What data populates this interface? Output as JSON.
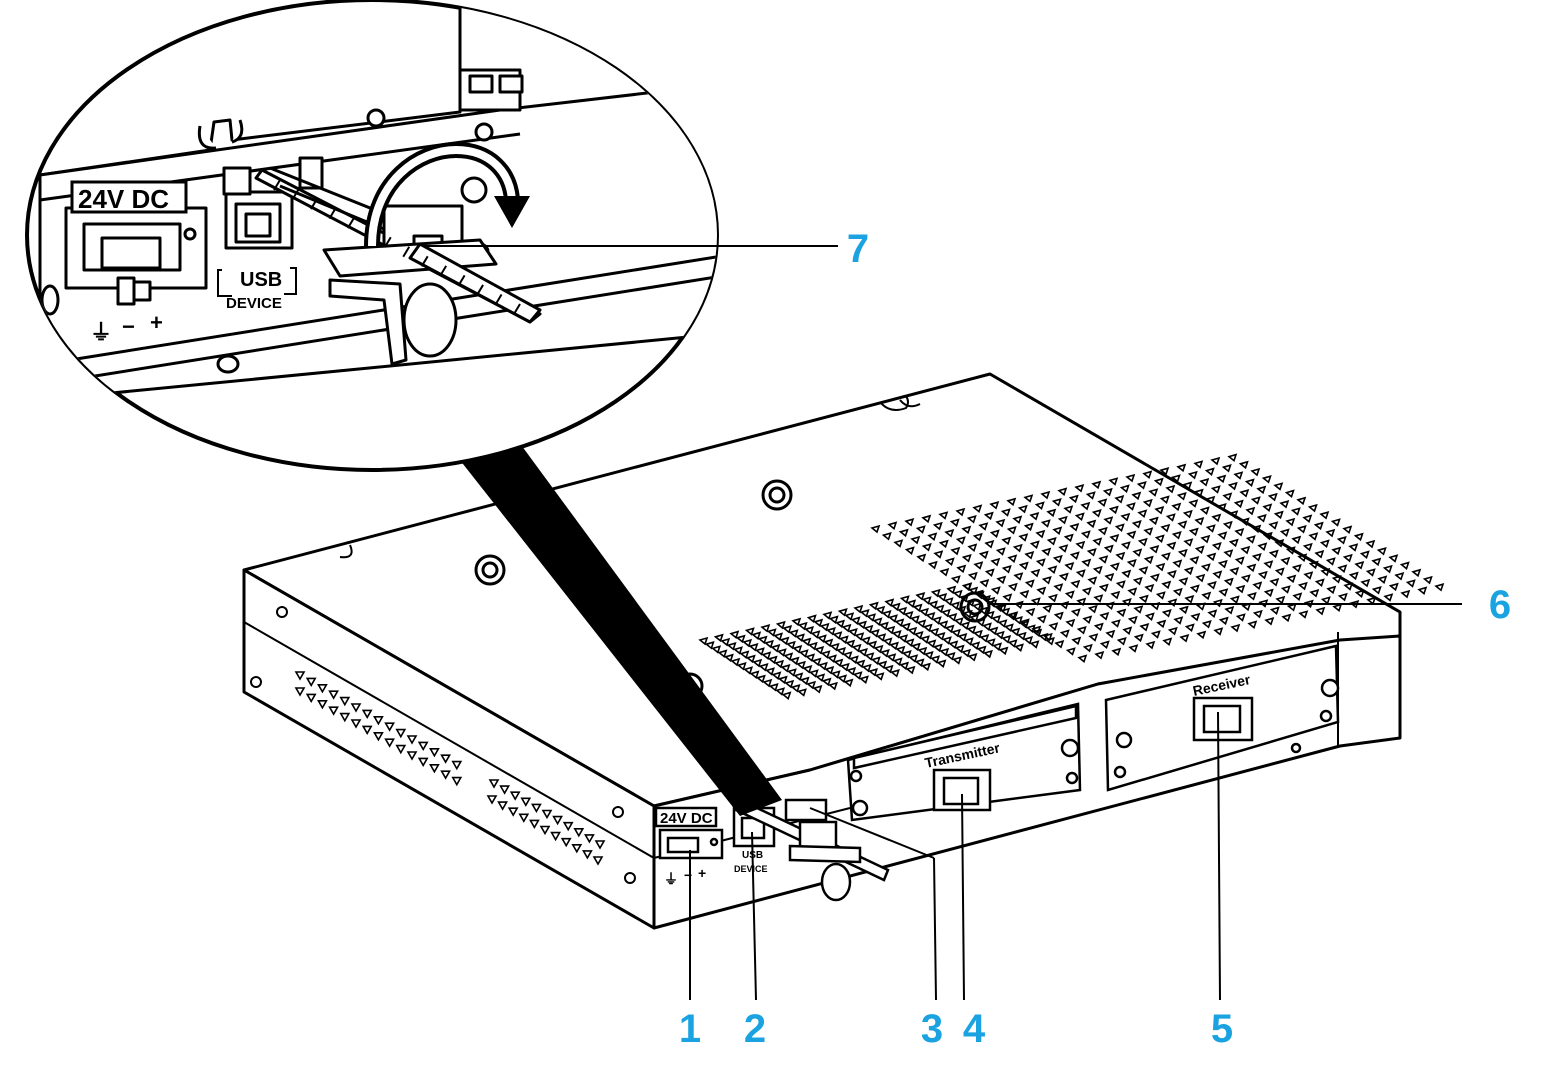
{
  "colors": {
    "callout": "#1aa3e0",
    "line": "#000000",
    "background": "#ffffff"
  },
  "panel_labels": {
    "power": "24V DC",
    "power_small": "24V DC",
    "usb_top": "USB",
    "usb_bottom": "DEVICE",
    "usb_small_top": "USB",
    "usb_small_bottom": "DEVICE",
    "pin_ground": "⏚",
    "pin_minus": "−",
    "pin_plus": "+",
    "transmitter": "Transmitter",
    "receiver": "Receiver"
  },
  "callouts": [
    "1",
    "2",
    "3",
    "4",
    "5",
    "6",
    "7"
  ],
  "icons": {
    "rotate_arrow": "rotate-clockwise-arrow-icon",
    "ground": "ground-symbol-icon"
  }
}
